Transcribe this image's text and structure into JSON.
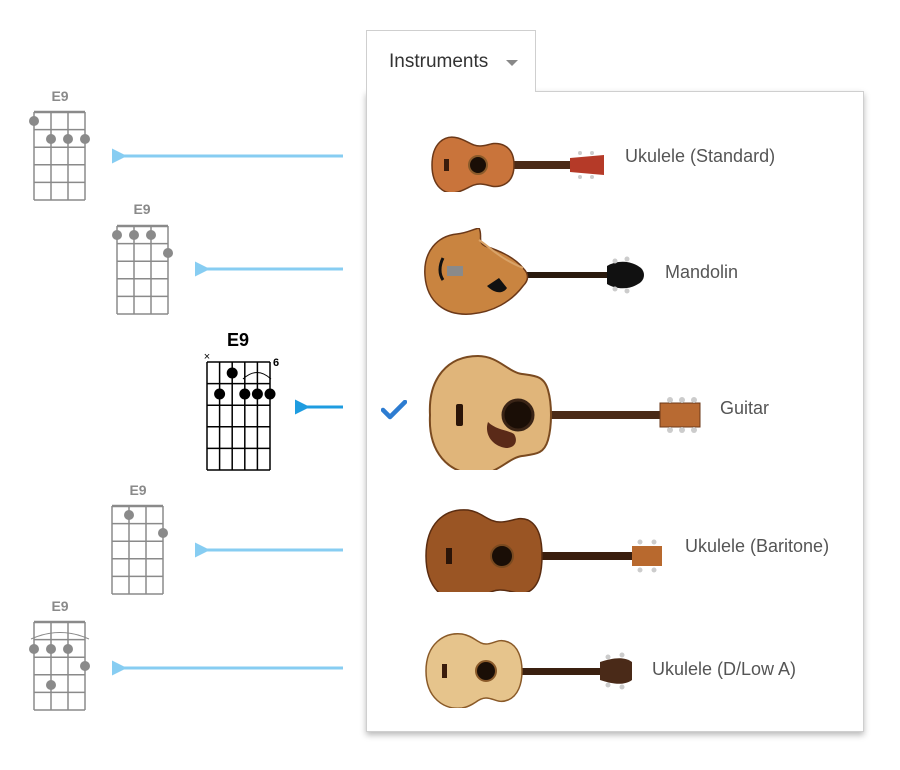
{
  "dropdown": {
    "label": "Instruments",
    "caret_icon": "caret-down-icon"
  },
  "instruments": [
    {
      "name": "Ukulele (Standard)",
      "selected": false,
      "icon": "ukulele-icon"
    },
    {
      "name": "Mandolin",
      "selected": false,
      "icon": "mandolin-icon"
    },
    {
      "name": "Guitar",
      "selected": true,
      "icon": "guitar-icon"
    },
    {
      "name": "Ukulele (Baritone)",
      "selected": false,
      "icon": "baritone-ukulele-icon"
    },
    {
      "name": "Ukulele (D/Low A)",
      "selected": false,
      "icon": "ukulele-icon"
    }
  ],
  "chords": [
    {
      "name": "E9",
      "instrument": "Ukulele (Standard)"
    },
    {
      "name": "E9",
      "instrument": "Mandolin"
    },
    {
      "name": "E9",
      "instrument": "Guitar",
      "fret_label": "6",
      "muted_marker": "×"
    },
    {
      "name": "E9",
      "instrument": "Ukulele (Baritone)"
    },
    {
      "name": "E9",
      "instrument": "Ukulele (D/Low A)"
    }
  ],
  "colors": {
    "arrow": "#87cdf2",
    "arrow_active": "#1e9ce0",
    "check": "#2d7cd1",
    "diagram_inactive": "#8a8a8a",
    "diagram_active": "#000000",
    "label": "#555555"
  }
}
